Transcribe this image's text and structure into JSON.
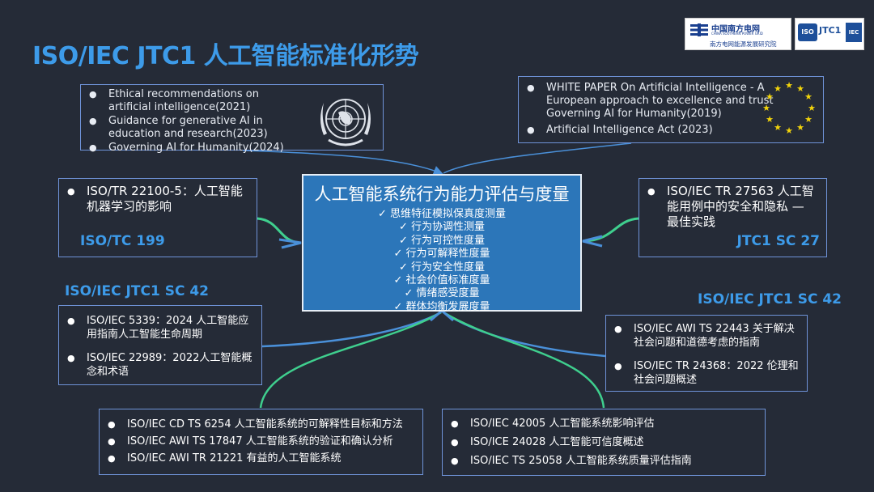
{
  "title": "ISO/IEC JTC1 人工智能标准化形势",
  "logos": {
    "csg_name": "中国南方电网",
    "csg_en": "CHINA SOUTHERN POWER GRID",
    "csg_institute": "南方电网能源发展研究院",
    "iso": "ISO",
    "jtc1": "JTC1",
    "iec": "IEC"
  },
  "un_box": {
    "items": [
      "Ethical recommendations on artificial intelligence(2021)",
      "Guidance for generative AI in education and research(2023)",
      "Governing AI for Humanity(2024)"
    ]
  },
  "eu_box": {
    "items": [
      "WHITE PAPER On Artificial Intelligence - A European approach to excellence and trust Governing AI for Humanity(2019)",
      "Artificial Intelligence Act (2023)"
    ]
  },
  "center": {
    "title": "人工智能系统行为能力评估与度量",
    "items": [
      "✓ 思维特征模拟保真度测量",
      "✓ 行为协调性测量",
      "✓ 行为可控性度量",
      "✓ 行为可解释性度量",
      "✓  行为安全性度量",
      "✓  社会价值标准度量",
      "✓ 情绪感受度量",
      "✓ 群体均衡发展度量"
    ]
  },
  "tc199": {
    "item": "ISO/TR 22100-5：人工智能机器学习的影响",
    "label": "ISO/TC 199"
  },
  "sc27": {
    "item": "ISO/IEC TR 27563 人工智能用例中的安全和隐私 — 最佳实践",
    "label": "JTC1 SC 27"
  },
  "sc42_left_label": "ISO/IEC JTC1 SC 42",
  "sc42_right_label": "ISO/IEC JTC1 SC 42",
  "box_5339": {
    "items": [
      "ISO/IEC 5339：2024 人工智能应用指南人工智能生命周期",
      "ISO/IEC 22989：2022人工智能概念和术语"
    ]
  },
  "box_22443": {
    "items": [
      "ISO/IEC AWI TS 22443 关于解决社会问题和道德考虑的指南",
      "ISO/IEC TR 24368：2022 伦理和社会问题概述"
    ]
  },
  "box_6254": {
    "items": [
      "ISO/IEC CD TS 6254 人工智能系统的可解释性目标和方法",
      "ISO/IEC AWI TS 17847 人工智能系统的验证和确认分析",
      "ISO/IEC AWI TR 21221 有益的人工智能系统"
    ]
  },
  "box_42005": {
    "items": [
      "ISO/IEC 42005  人工智能系统影响评估",
      "ISO/ICE 24028 人工智能可信度概述",
      "ISO/IEC TS 25058 人工智能系统质量评估指南"
    ]
  },
  "colors": {
    "background": "#252b37",
    "accent_blue": "#3d9be9",
    "box_border": "#6f93d8",
    "center_fill": "#2c76b9",
    "connector_green": "#3fcf8e",
    "connector_blue": "#4a90d9"
  },
  "icons": [
    "un-emblem-icon",
    "eu-stars-icon",
    "csg-logo-icon",
    "iso-iec-logo-icon"
  ]
}
